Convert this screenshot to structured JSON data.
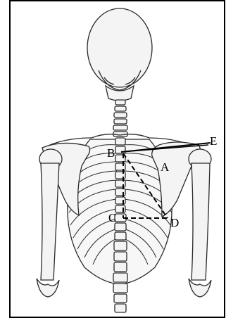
{
  "figure": {
    "labels": {
      "A": "A",
      "B": "B",
      "C": "C",
      "D": "D",
      "E": "E"
    },
    "colors": {
      "line": "#000000",
      "bone_stroke": "#2a2a2a",
      "bone_fill": "#f4f4f4",
      "background": "#ffffff"
    }
  }
}
